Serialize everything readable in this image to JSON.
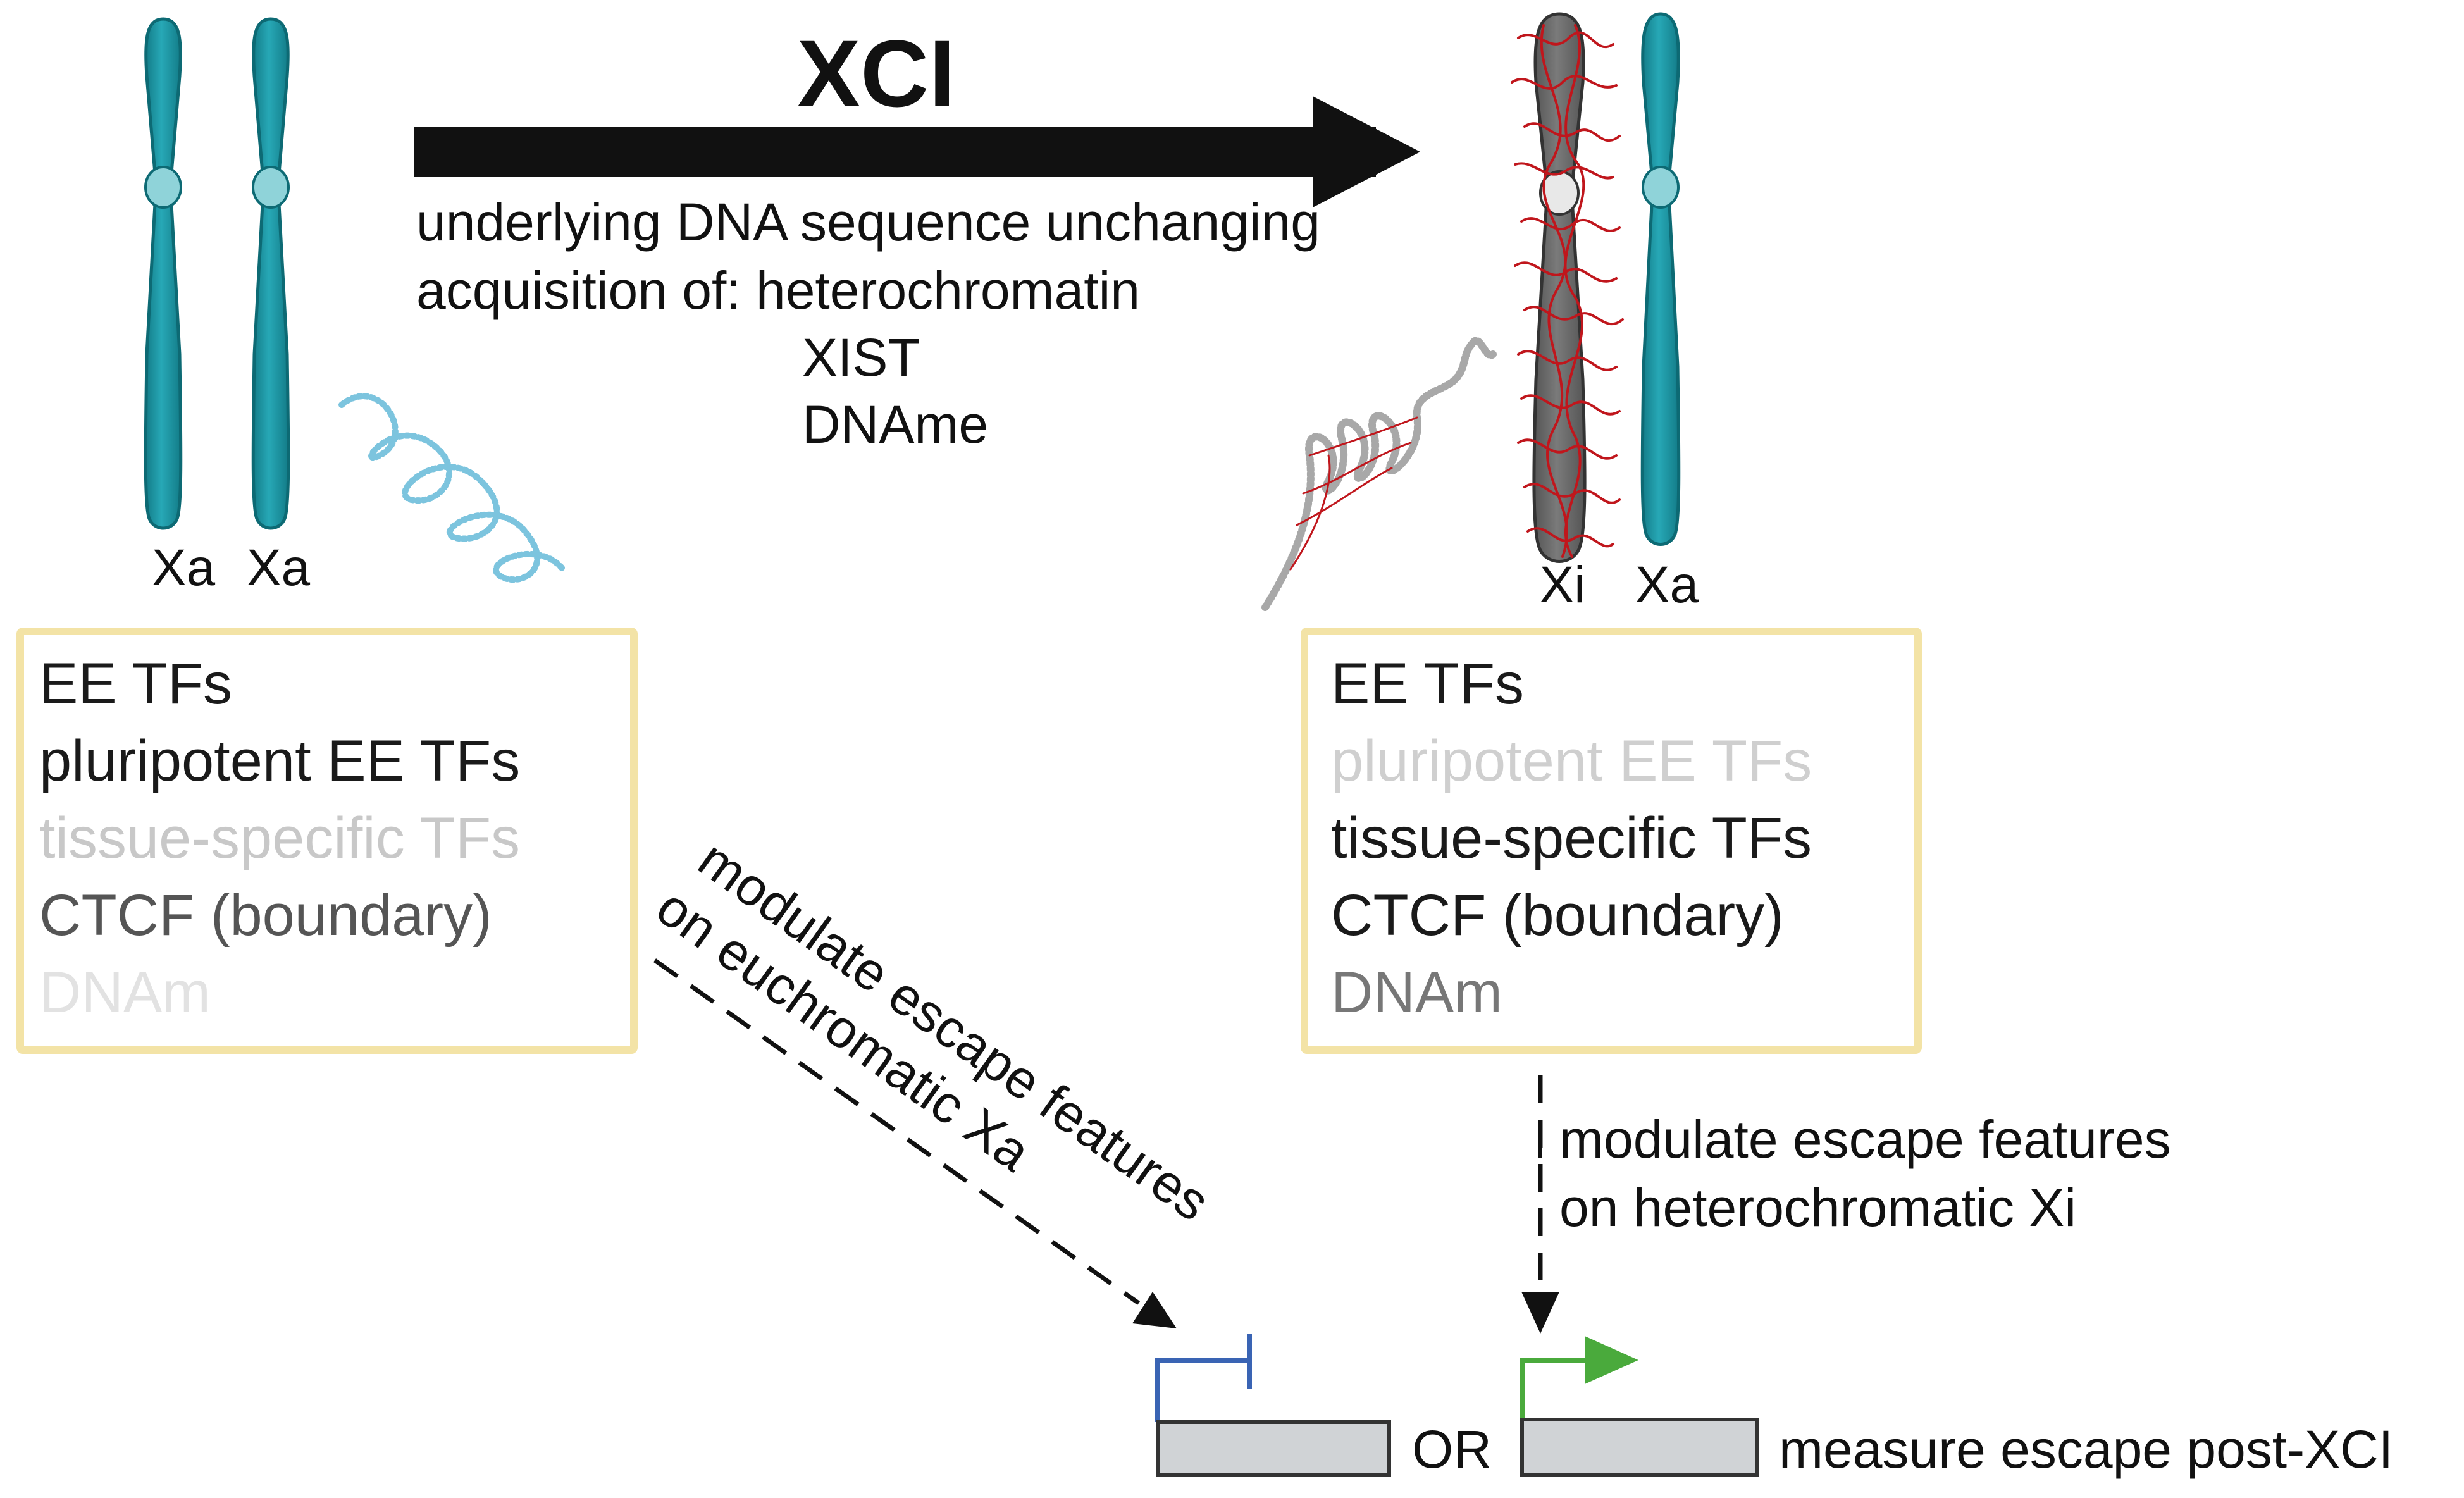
{
  "title": "XCI",
  "process_notes": {
    "line1": "underlying DNA sequence unchanging",
    "line2": "acquisition of: heterochromatin",
    "line3": "XIST",
    "line4": "DNAme"
  },
  "left_chromosomes": {
    "label1": "Xa",
    "label2": "Xa"
  },
  "right_chromosomes": {
    "label1": "Xi",
    "label2": "Xa"
  },
  "left_box": {
    "items": [
      {
        "text": "EE TFs",
        "color": "#1a1a1a"
      },
      {
        "text": "pluripotent EE TFs",
        "color": "#1a1a1a"
      },
      {
        "text": "tissue-specific TFs",
        "color": "#c8c8c8"
      },
      {
        "text": "CTCF (boundary)",
        "color": "#555555"
      },
      {
        "text": "DNAm",
        "color": "#e2e2e2"
      }
    ]
  },
  "right_box": {
    "items": [
      {
        "text": "EE TFs",
        "color": "#1a1a1a"
      },
      {
        "text": "pluripotent EE TFs",
        "color": "#cfcfcf"
      },
      {
        "text": "tissue-specific TFs",
        "color": "#1a1a1a"
      },
      {
        "text": "CTCF (boundary)",
        "color": "#1a1a1a"
      },
      {
        "text": "DNAm",
        "color": "#777777"
      }
    ]
  },
  "left_modulate": {
    "line1": "modulate escape features",
    "line2": "on euchromatic Xa"
  },
  "right_modulate": {
    "line1": "modulate escape features",
    "line2": "on heterochromatic Xi"
  },
  "or_label": "OR",
  "measure_label": "measure escape post-XCI",
  "colors": {
    "chromosome": "#1e9aa8",
    "inactive_chromosome": "#6e6e6e",
    "xist_rna": "#c0161c",
    "box_border": "#f3e3a6",
    "repressed_promoter": "#3a64b4",
    "active_promoter": "#4aaa3c",
    "gene_box": "#d0d3d6"
  }
}
